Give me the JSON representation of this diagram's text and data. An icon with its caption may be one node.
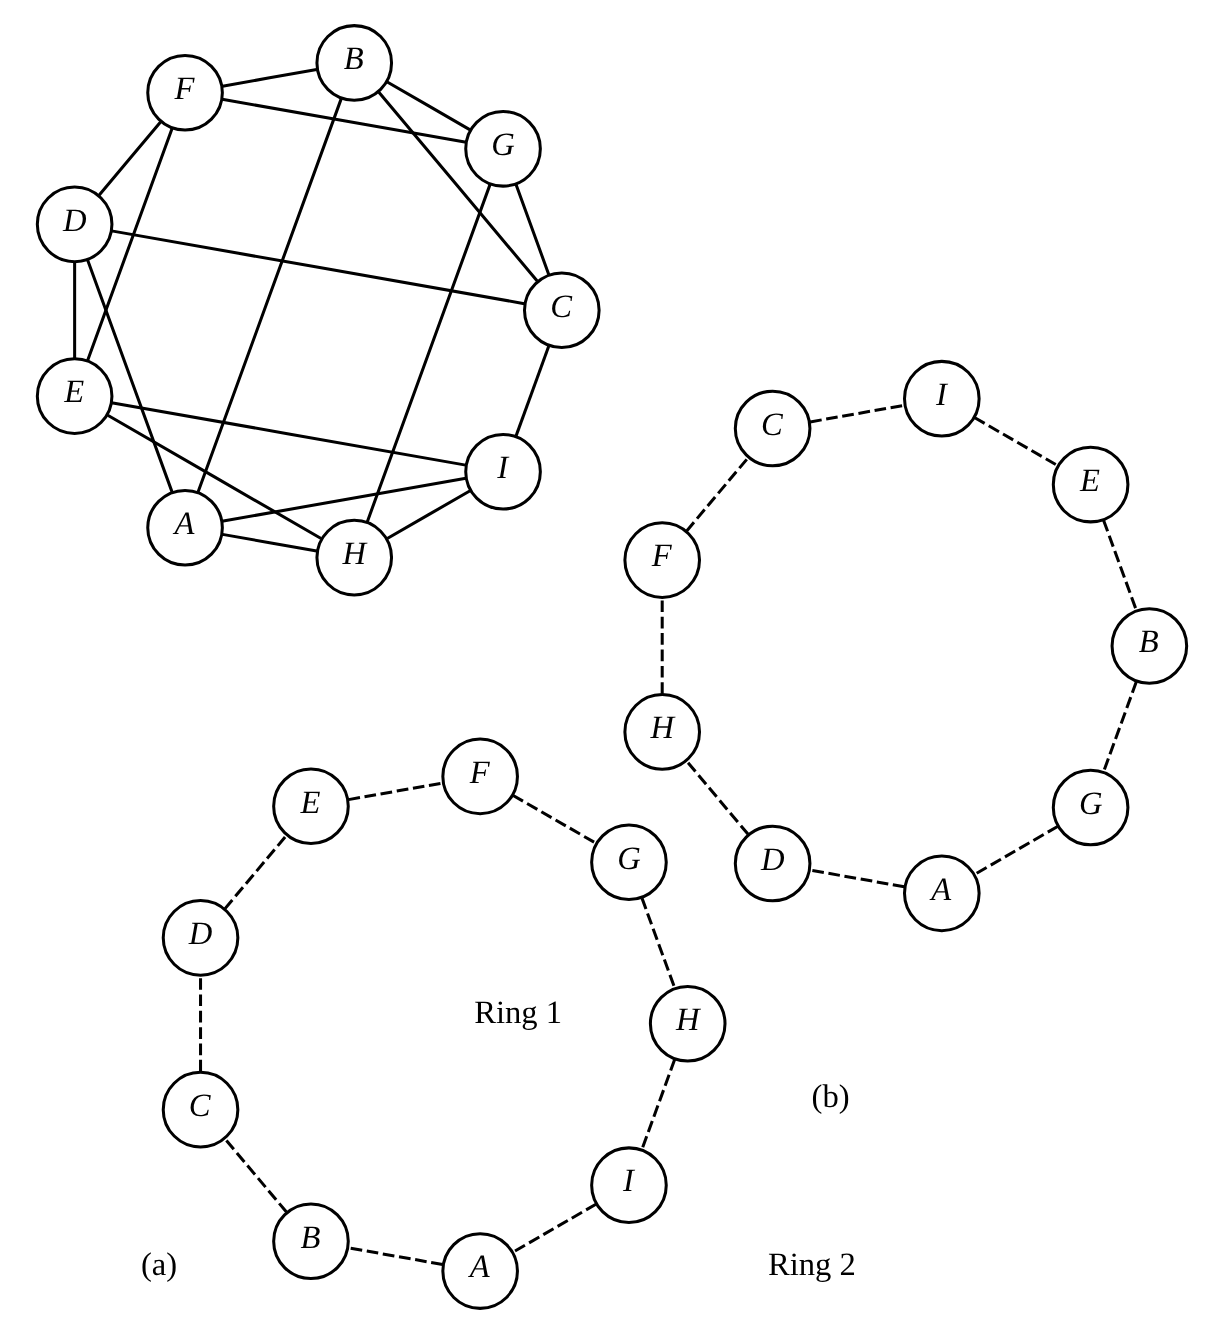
{
  "diagram": {
    "nodes": [
      {
        "text": [
          "I"
        ]
      },
      {
        "text": [
          "A"
        ]
      },
      {
        "text": [
          "B"
        ]
      },
      {
        "text": [
          "C"
        ]
      },
      {
        "text": [
          "D"
        ]
      },
      {
        "text": [
          "E"
        ]
      },
      {
        "text": [
          "F"
        ]
      },
      {
        "text": [
          "G"
        ]
      },
      {
        "text": [
          "H"
        ]
      },
      {
        "text": [
          "G"
        ]
      },
      {
        "text": [
          "A"
        ]
      },
      {
        "text": [
          "D"
        ]
      },
      {
        "text": [
          "H"
        ]
      },
      {
        "text": [
          "F"
        ]
      },
      {
        "text": [
          "C"
        ]
      },
      {
        "text": [
          "I"
        ]
      },
      {
        "text": [
          "E"
        ]
      },
      {
        "text": [
          "B"
        ]
      },
      {
        "text": [
          "I"
        ]
      },
      {
        "text": [
          "A"
        ]
      },
      {
        "text": [
          "B"
        ]
      },
      {
        "text": [
          "C"
        ]
      },
      {
        "text": [
          "D"
        ]
      },
      {
        "text": [
          "E"
        ]
      },
      {
        "text": [
          "F"
        ]
      },
      {
        "text": [
          "G"
        ]
      },
      {
        "text": [
          "H"
        ]
      }
    ],
    "edges": [
      {
        "from": 0,
        "to": 1,
        "arrow": "none",
        "style": "dashed"
      },
      {
        "from": 1,
        "to": 2,
        "arrow": "none",
        "style": "dashed"
      },
      {
        "from": 2,
        "to": 3,
        "arrow": "none",
        "style": "dashed"
      },
      {
        "from": 3,
        "to": 4,
        "arrow": "none",
        "style": "dashed"
      },
      {
        "from": 4,
        "to": 5,
        "arrow": "none",
        "style": "dashed"
      },
      {
        "from": 5,
        "to": 6,
        "arrow": "none",
        "style": "dashed"
      },
      {
        "from": 6,
        "to": 7,
        "arrow": "none",
        "style": "dashed"
      },
      {
        "from": 7,
        "to": 8,
        "arrow": "none",
        "style": "dashed"
      },
      {
        "from": 8,
        "to": 0,
        "arrow": "none",
        "style": "dashed"
      },
      {
        "from": 9,
        "to": 10,
        "arrow": "none",
        "style": "dashed"
      },
      {
        "from": 10,
        "to": 11,
        "arrow": "none",
        "style": "dashed"
      },
      {
        "from": 11,
        "to": 12,
        "arrow": "none",
        "style": "dashed"
      },
      {
        "from": 12,
        "to": 13,
        "arrow": "none",
        "style": "dashed"
      },
      {
        "from": 13,
        "to": 14,
        "arrow": "none",
        "style": "dashed"
      },
      {
        "from": 14,
        "to": 15,
        "arrow": "none",
        "style": "dashed"
      },
      {
        "from": 15,
        "to": 16,
        "arrow": "none",
        "style": "dashed"
      },
      {
        "from": 16,
        "to": 17,
        "arrow": "none",
        "style": "dashed"
      },
      {
        "from": 17,
        "to": 9,
        "arrow": "none",
        "style": "dashed"
      },
      {
        "from": 18,
        "to": 19,
        "arrow": "none"
      },
      {
        "from": 19,
        "to": 20,
        "arrow": "none"
      },
      {
        "from": 20,
        "to": 21,
        "arrow": "none"
      },
      {
        "from": 21,
        "to": 22,
        "arrow": "none"
      },
      {
        "from": 22,
        "to": 23,
        "arrow": "none"
      },
      {
        "from": 23,
        "to": 24,
        "arrow": "none"
      },
      {
        "from": 24,
        "to": 25,
        "arrow": "none"
      },
      {
        "from": 25,
        "to": 26,
        "arrow": "none"
      },
      {
        "from": 26,
        "to": 18,
        "arrow": "none"
      },
      {
        "from": 26,
        "to": 19,
        "arrow": "none"
      },
      {
        "from": 18,
        "to": 21,
        "arrow": "none"
      },
      {
        "from": 18,
        "to": 23,
        "arrow": "none"
      },
      {
        "from": 19,
        "to": 22,
        "arrow": "none"
      },
      {
        "from": 20,
        "to": 25,
        "arrow": "none"
      },
      {
        "from": 20,
        "to": 24,
        "arrow": "none"
      },
      {
        "from": 21,
        "to": 25,
        "arrow": "none"
      },
      {
        "from": 26,
        "to": 23,
        "arrow": "none"
      },
      {
        "from": 24,
        "to": 22,
        "arrow": "none"
      }
    ],
    "labels": [
      "Ring 1",
      "Ring 2",
      "(a)",
      "(b)"
    ]
  }
}
